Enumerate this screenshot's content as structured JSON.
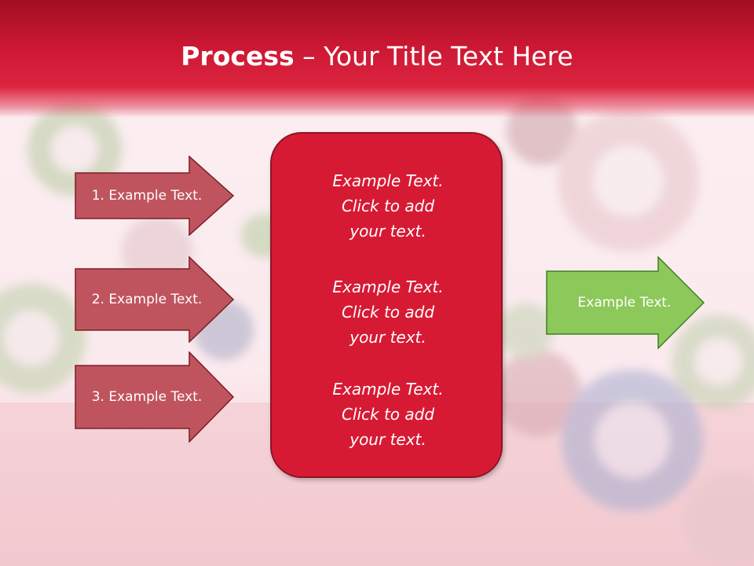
{
  "slide": {
    "title_bold": "Process",
    "title_rest": " – Your Title Text Here"
  },
  "left_steps": [
    {
      "label": "1. Example Text."
    },
    {
      "label": "2. Example Text."
    },
    {
      "label": "3. Example Text."
    }
  ],
  "center_blocks": [
    {
      "lines": [
        "Example Text.",
        "Click  to add",
        "your text."
      ]
    },
    {
      "lines": [
        "Example Text.",
        "Click  to add",
        "your text."
      ]
    },
    {
      "lines": [
        "Example Text.",
        "Click  to add",
        "your text."
      ]
    }
  ],
  "output": {
    "label": "Example Text."
  },
  "colors": {
    "header": "#cc1833",
    "left_arrow_fill": "#c0545e",
    "left_arrow_stroke": "#7a1e26",
    "center_fill": "#d71a34",
    "center_stroke": "#8e1424",
    "output_fill": "#8cc85a",
    "output_stroke": "#3f7f24"
  }
}
